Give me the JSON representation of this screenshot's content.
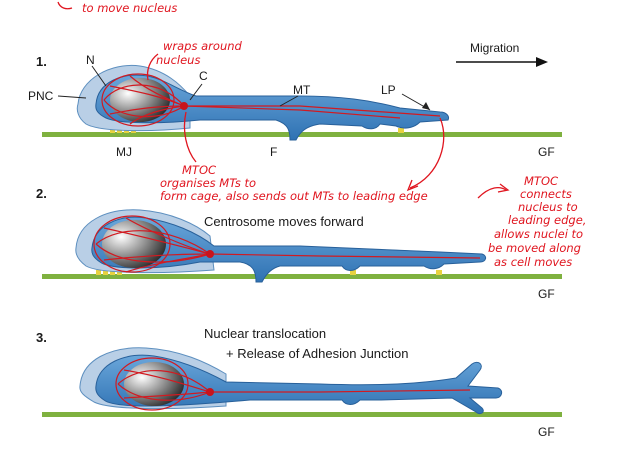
{
  "panels": [
    {
      "number": "1.",
      "labels": {
        "N": "N",
        "PNC": "PNC",
        "C": "C",
        "MT": "MT",
        "LP": "LP",
        "MJ": "MJ",
        "F": "F",
        "GF": "GF"
      }
    },
    {
      "number": "2.",
      "caption": "Centrosome moves forward",
      "labels": {
        "GF": "GF"
      }
    },
    {
      "number": "3.",
      "caption_line1": "Nuclear translocation",
      "caption_line2": "+ Release of Adhesion Junction",
      "labels": {
        "GF": "GF"
      }
    }
  ],
  "migration_label": "Migration",
  "annotations": {
    "top": "to move nucleus",
    "wraps": [
      "wraps around",
      "nucleus"
    ],
    "mtoc1": [
      "MTOC",
      "organises MTs to",
      "form cage, also sends out MTs to leading edge"
    ],
    "mtoc2": [
      "MTOC",
      "connects",
      "nucleus to",
      "leading edge,",
      "allows nuclei to",
      "be moved along",
      "as cell moves"
    ]
  },
  "colors": {
    "cell_blue": "#3f86c6",
    "cell_halo": "#b9cfe6",
    "substrate_green": "#7fb13f",
    "adhesion_yellow": "#e7d23f",
    "annotation_red": "#e0151f"
  }
}
